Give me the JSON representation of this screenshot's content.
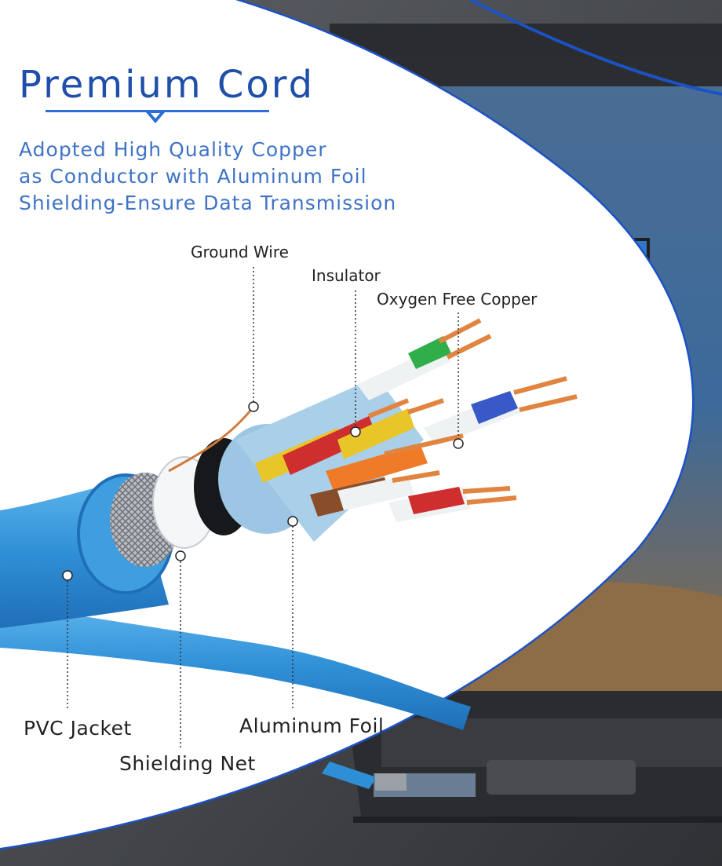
{
  "headline": "Premium Cord",
  "description_lines": [
    "Adopted High Quality Copper",
    "as Conductor with Aluminum Foil",
    "Shielding-Ensure Data Transmission"
  ],
  "callouts": {
    "ground_wire": "Ground Wire",
    "insulator": "Insulator",
    "oxygen_free_copper": "Oxygen Free Copper",
    "pvc_jacket": "PVC Jacket",
    "shielding_net": "Shielding Net",
    "aluminum_foil": "Aluminum Foil"
  },
  "colors": {
    "headline": "#1f4fa8",
    "description": "#3f73c6",
    "accent_border": "#1c52c4",
    "cable_jacket": "#3d9ad8",
    "copper": "#e0843f",
    "foil": "#9cc6e4",
    "laptop": "#3e4045"
  },
  "pair_colors": [
    "#2fae4a",
    "#3a59c9",
    "#e8c62a",
    "#cf2e2e",
    "#ef7a27",
    "#8a4d2a"
  ]
}
